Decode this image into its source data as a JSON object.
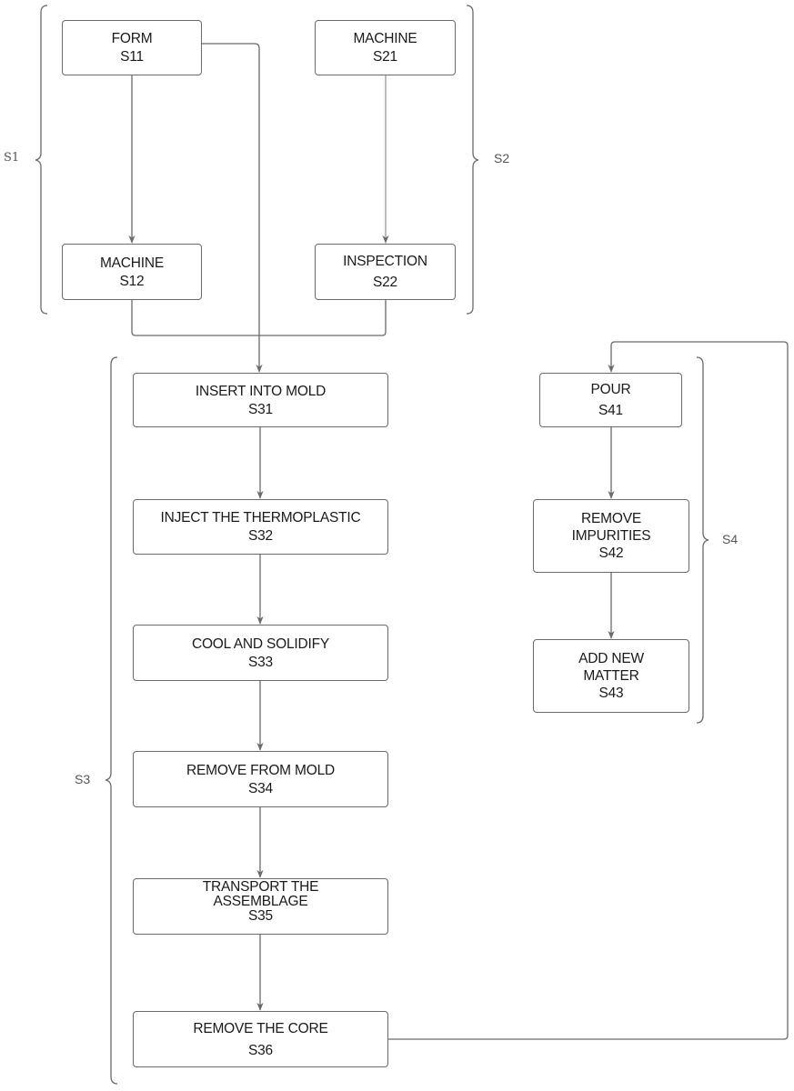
{
  "diagram": {
    "type": "flowchart",
    "colors": {
      "stroke": "#6a6a6a",
      "text": "#1a1a1a",
      "background": "#ffffff"
    },
    "groups": [
      {
        "id": "S1",
        "label": "S1",
        "contains": [
          "S11",
          "S12"
        ]
      },
      {
        "id": "S2",
        "label": "S2",
        "contains": [
          "S21",
          "S22"
        ]
      },
      {
        "id": "S3",
        "label": "S3",
        "contains": [
          "S31",
          "S32",
          "S33",
          "S34",
          "S35",
          "S36"
        ]
      },
      {
        "id": "S4",
        "label": "S4",
        "contains": [
          "S41",
          "S42",
          "S43"
        ]
      }
    ],
    "nodes": {
      "S11": {
        "lines": [
          "FORM"
        ],
        "code": "S11"
      },
      "S12": {
        "lines": [
          "MACHINE"
        ],
        "code": "S12"
      },
      "S21": {
        "lines": [
          "MACHINE"
        ],
        "code": "S21"
      },
      "S22": {
        "lines": [
          "INSPECTION"
        ],
        "code": "S22"
      },
      "S31": {
        "lines": [
          "INSERT INTO MOLD"
        ],
        "code": "S31"
      },
      "S32": {
        "lines": [
          "INJECT THE THERMOPLASTIC"
        ],
        "code": "S32"
      },
      "S33": {
        "lines": [
          "COOL AND SOLIDIFY"
        ],
        "code": "S33"
      },
      "S34": {
        "lines": [
          "REMOVE FROM MOLD"
        ],
        "code": "S34"
      },
      "S35": {
        "lines": [
          "TRANSPORT THE",
          "ASSEMBLAGE"
        ],
        "code": "S35"
      },
      "S36": {
        "lines": [
          "REMOVE THE CORE"
        ],
        "code": "S36"
      },
      "S41": {
        "lines": [
          "POUR"
        ],
        "code": "S41"
      },
      "S42": {
        "lines": [
          "REMOVE",
          "IMPURITIES"
        ],
        "code": "S42"
      },
      "S43": {
        "lines": [
          "ADD NEW",
          "MATTER"
        ],
        "code": "S43"
      }
    },
    "edges": [
      {
        "from": "S11",
        "to": "S12"
      },
      {
        "from": "S21",
        "to": "S22"
      },
      {
        "from": "S11",
        "to": "S31"
      },
      {
        "from": "S12",
        "to": "S31"
      },
      {
        "from": "S22",
        "to": "S31"
      },
      {
        "from": "S31",
        "to": "S32"
      },
      {
        "from": "S32",
        "to": "S33"
      },
      {
        "from": "S33",
        "to": "S34"
      },
      {
        "from": "S34",
        "to": "S35"
      },
      {
        "from": "S35",
        "to": "S36"
      },
      {
        "from": "S36",
        "to": "S41"
      },
      {
        "from": "S41",
        "to": "S42"
      },
      {
        "from": "S42",
        "to": "S43"
      }
    ]
  }
}
